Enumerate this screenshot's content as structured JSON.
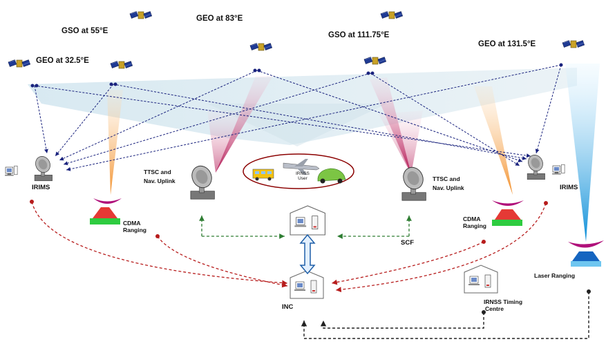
{
  "satellites": {
    "gso_55": "GSO at 55°E",
    "geo_83": "GEO at 83°E",
    "gso_111": "GSO at 111.75°E",
    "geo_131": "GEO at 131.5°E",
    "geo_32": "GEO at 32.5°E"
  },
  "stations": {
    "irims_left": "IRIMS",
    "irims_right": "IRIMS",
    "ttc_left_line1": "TTSC and",
    "ttc_left_line2": "Nav. Uplink",
    "ttc_right_line1": "TTSC and",
    "ttc_right_line2": "Nav. Uplink",
    "cdma_left_line1": "CDMA",
    "cdma_left_line2": "Ranging",
    "cdma_right_line1": "CDMA",
    "cdma_right_line2": "Ranging",
    "scf": "SCF",
    "inc": "INC",
    "laser": "Laser Ranging",
    "timing_line1": "IRNSS Timing",
    "timing_line2": "Centre",
    "user_line1": "IRNSS",
    "user_line2": "User"
  },
  "colors": {
    "beam_orange": "#f59a3c",
    "beam_magenta": "#c2185b",
    "beam_cyan": "#29b6e6",
    "signal_blue": "#1a237e",
    "link_red": "#b71c1c",
    "link_green": "#2e7d32",
    "dish_red": "#e53935",
    "dish_magenta": "#b0107a",
    "laser_blue": "#1565c0"
  }
}
